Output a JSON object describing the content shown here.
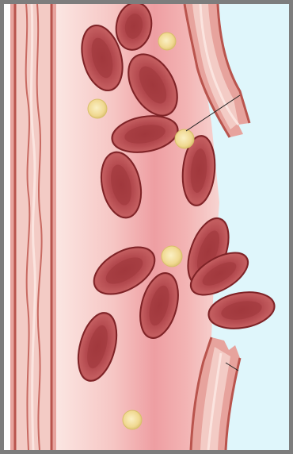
{
  "diagram": {
    "kind": "blood-vessel-cross-section",
    "show_labels": false,
    "elements": {
      "vessel_wall_left": "vessel-wall",
      "vessel_lumen": "lumen",
      "vessel_wall_right_top": "torn-vessel-wall",
      "vessel_wall_right_bottom": "torn-vessel-wall",
      "red_blood_cells": "red-blood-cell",
      "platelets": "platelet",
      "leak_region": "tissue-outside-vessel"
    },
    "colors": {
      "frame": "#7d7d7d",
      "background": "#ffffff",
      "outside_tissue": "#dff6fb",
      "wall_outer": "#e8a39c",
      "wall_inner": "#f6d3cd",
      "wall_stripe": "#b9544d",
      "lumen_light": "#fbe3e0",
      "lumen_mid": "#f1a9ab",
      "rbc_fill": "#b84a4e",
      "rbc_dark": "#7e2226",
      "rbc_center": "#a53a3f",
      "platelet_fill": "#f2dc9c",
      "platelet_edge": "#d8bf6a",
      "leader_line": "#222222"
    }
  }
}
